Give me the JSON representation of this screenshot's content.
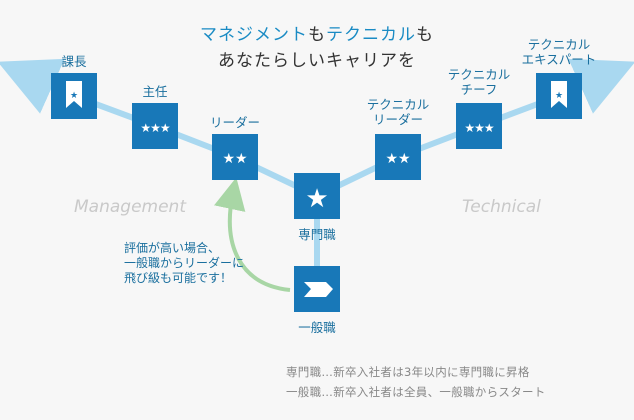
{
  "headline": {
    "line1_a": "マネジメント",
    "line1_b": "も",
    "line1_c": "テクニカル",
    "line1_d": "も",
    "line2": "あなたらしいキャリアを"
  },
  "tracks": {
    "management": "Management",
    "technical": "Technical"
  },
  "positions": {
    "manager": "課長",
    "chief": "主任",
    "leader_mgmt": "リーダー",
    "specialist": "専門職",
    "general": "一般職",
    "leader_tech": "テクニカル\nリーダー",
    "chief_tech": "テクニカル\nチーフ",
    "expert_tech": "テクニカル\nエキスパート"
  },
  "note": "評価が高い場合、\n一般職からリーダーに\n飛び級も可能です！",
  "footnotes": {
    "line1": "専門職…新卒入社者は3年以内に専門職に昇格",
    "line2": "一般職…新卒入社者は全員、一般職からスタート"
  },
  "colors": {
    "accent": "#1a8bc4",
    "box": "#1878b8",
    "line": "#a9d8f0",
    "arrow_green": "#a8d6a5",
    "label": "#1a6f9e"
  }
}
